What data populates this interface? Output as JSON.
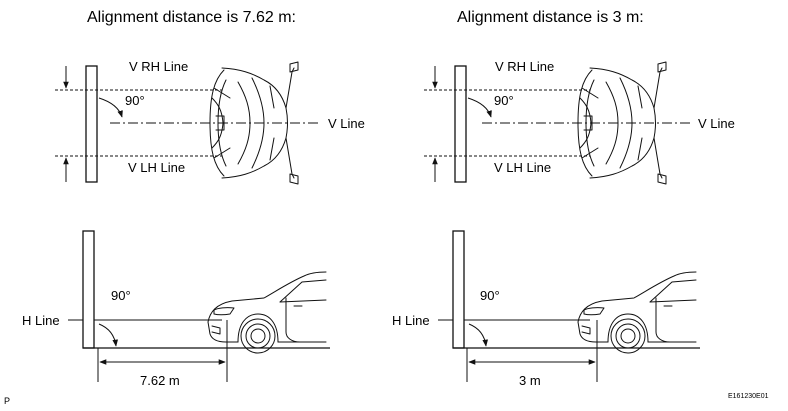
{
  "panels": [
    {
      "title": "Alignment distance is 7.62 m:",
      "top_view": {
        "rh_label": "V RH Line",
        "lh_label": "V LH Line",
        "v_label": "V Line",
        "angle_label": "90°"
      },
      "side_view": {
        "h_label": "H Line",
        "angle_label": "90°",
        "distance_label": "7.62 m"
      }
    },
    {
      "title": "Alignment distance is 3 m:",
      "top_view": {
        "rh_label": "V RH Line",
        "lh_label": "V LH Line",
        "v_label": "V Line",
        "angle_label": "90°"
      },
      "side_view": {
        "h_label": "H Line",
        "angle_label": "90°",
        "distance_label": "3 m"
      }
    }
  ],
  "footer": {
    "page_marker": "P",
    "figure_code": "E161230E01"
  }
}
